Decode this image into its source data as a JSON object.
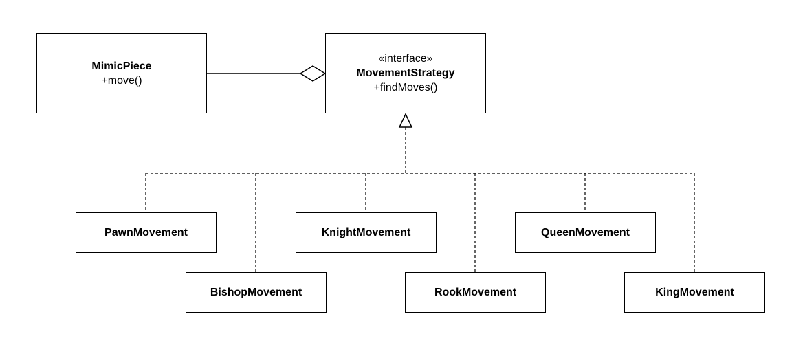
{
  "classes": {
    "mimic_piece": {
      "name": "MimicPiece",
      "method": "+move()"
    },
    "movement_strategy": {
      "stereotype": "«interface»",
      "name": "MovementStrategy",
      "method": "+findMoves()"
    },
    "implementations": {
      "pawn": "PawnMovement",
      "bishop": "BishopMovement",
      "knight": "KnightMovement",
      "rook": "RookMovement",
      "queen": "QueenMovement",
      "king": "KingMovement"
    }
  },
  "relationships": [
    {
      "type": "aggregation",
      "from": "MimicPiece",
      "to": "MovementStrategy"
    },
    {
      "type": "realization",
      "from": "PawnMovement",
      "to": "MovementStrategy"
    },
    {
      "type": "realization",
      "from": "BishopMovement",
      "to": "MovementStrategy"
    },
    {
      "type": "realization",
      "from": "KnightMovement",
      "to": "MovementStrategy"
    },
    {
      "type": "realization",
      "from": "RookMovement",
      "to": "MovementStrategy"
    },
    {
      "type": "realization",
      "from": "QueenMovement",
      "to": "MovementStrategy"
    },
    {
      "type": "realization",
      "from": "KingMovement",
      "to": "MovementStrategy"
    }
  ],
  "colors": {
    "line": "#000000",
    "background": "#ffffff"
  }
}
